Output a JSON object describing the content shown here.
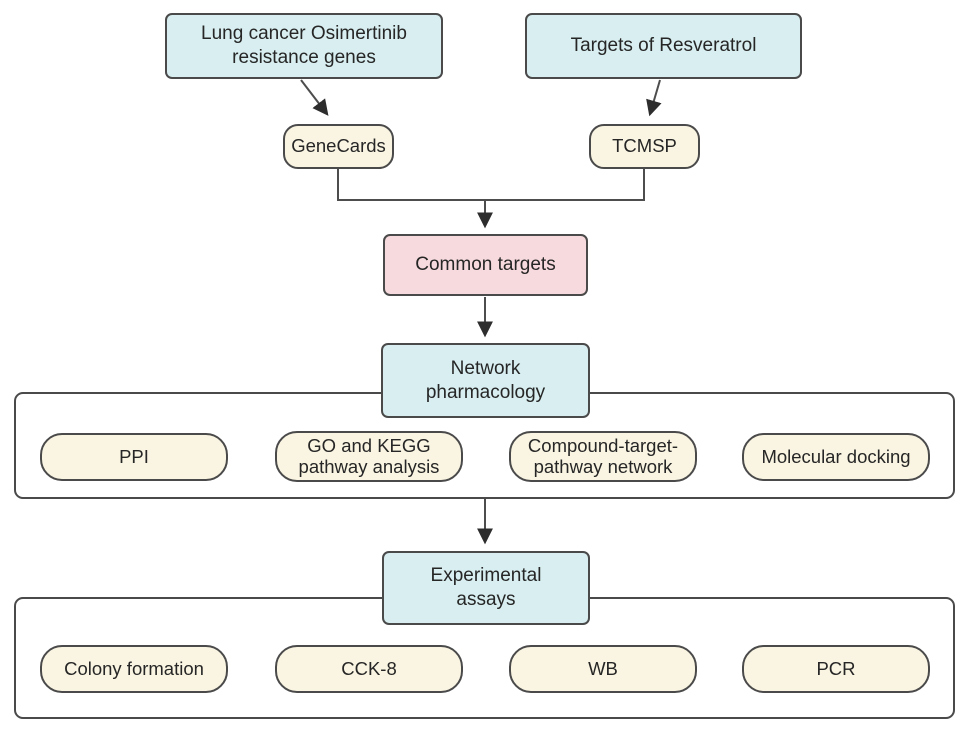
{
  "flowchart": {
    "sources": {
      "left": "Lung cancer Osimertinib\nresistance genes",
      "right": "Targets of Resveratrol"
    },
    "databases": {
      "left": "GeneCards",
      "right": "TCMSP"
    },
    "common_targets": "Common targets",
    "network_pharmacology": "Network\npharmacology",
    "network_analyses": [
      "PPI",
      "GO and KEGG\npathway analysis",
      "Compound-target-\npathway network",
      "Molecular docking"
    ],
    "experimental_assays": "Experimental\nassays",
    "assays": [
      "Colony formation",
      "CCK-8",
      "WB",
      "PCR"
    ],
    "colors": {
      "process_fill": "#d8eef0",
      "highlight_fill": "#f7dadd",
      "item_fill": "#faf5e2",
      "border": "#4a4a4a",
      "arrow": "#2d2d2d",
      "text": "#262626"
    }
  }
}
